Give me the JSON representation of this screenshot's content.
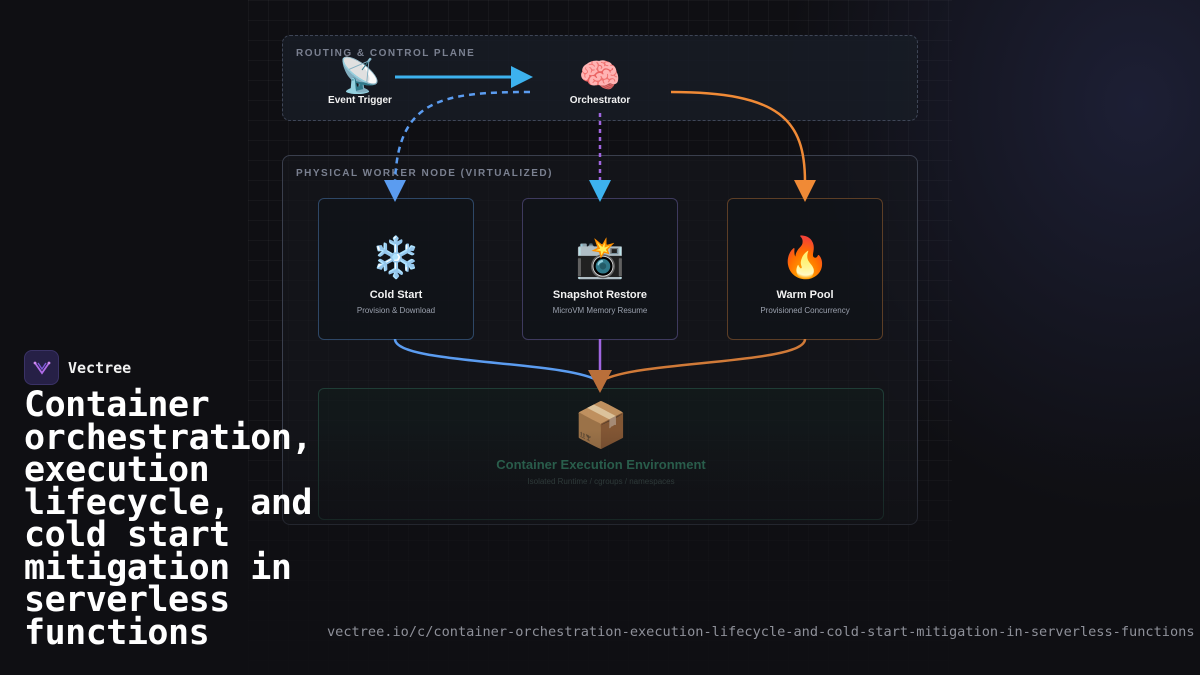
{
  "diagram": {
    "routing_panel_label": "ROUTING & CONTROL PLANE",
    "worker_panel_label": "PHYSICAL WORKER NODE (VIRTUALIZED)",
    "event_trigger": {
      "icon": "📡",
      "label": "Event Trigger"
    },
    "orchestrator": {
      "icon": "🧠",
      "label": "Orchestrator"
    },
    "cards": [
      {
        "icon": "❄️",
        "title": "Cold Start",
        "subtitle": "Provision & Download"
      },
      {
        "icon": "📸",
        "title": "Snapshot Restore",
        "subtitle": "MicroVM Memory Resume"
      },
      {
        "icon": "🔥",
        "title": "Warm Pool",
        "subtitle": "Provisioned Concurrency"
      }
    ],
    "environment": {
      "icon": "📦",
      "title": "Container Execution Environment",
      "subtitle": "Isolated Runtime / cgroups / namespaces"
    },
    "colors": {
      "blue": "#5b9cf0",
      "cyan": "#3db2ee",
      "purple": "#a066e0",
      "orange": "#f08a36",
      "brown": "#b96f3a"
    }
  },
  "brand": {
    "name": "Vectree",
    "logo_icon": "vectree-logo-icon"
  },
  "headline": "Container orchestration, execution lifecycle, and cold start mitigation in serverless functions",
  "url": "vectree.io/c/container-orchestration-execution-lifecycle-and-cold-start-mitigation-in-serverless-functions"
}
